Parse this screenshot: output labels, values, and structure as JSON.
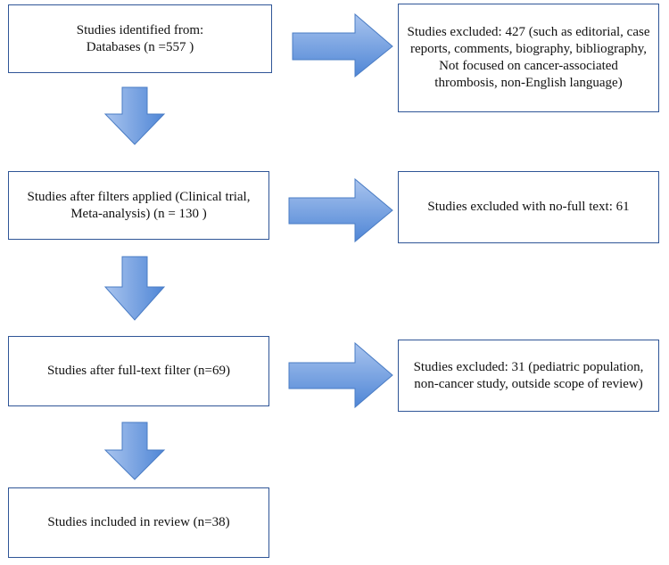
{
  "colors": {
    "box_border": "#2f5597",
    "arrow_fill_light": "#a9c4ee",
    "arrow_fill_dark": "#4f86d6",
    "arrow_stroke": "#4a7cc4"
  },
  "boxes": {
    "identified": "Studies identified from:\nDatabases (n =557 )",
    "excluded_initial": "Studies excluded: 427 (such as editorial, case reports, comments, biography, bibliography, Not focused on cancer-associated thrombosis, non-English language)",
    "after_filters": "Studies after filters applied (Clinical trial, Meta-analysis) (n = 130 )",
    "excluded_no_full_text": "Studies excluded with no-full text: 61",
    "after_full_text": "Studies after full-text filter (n=69)",
    "excluded_scope": "Studies excluded: 31 (pediatric population, non-cancer study, outside scope of review)",
    "included": "Studies included in review (n=38)"
  }
}
